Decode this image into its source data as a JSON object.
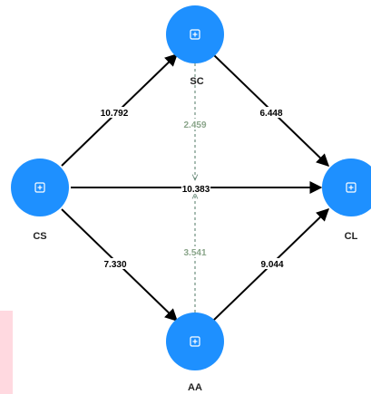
{
  "nodes": {
    "SC": {
      "label": "SC",
      "color": "#1e90ff"
    },
    "CS": {
      "label": "CS",
      "color": "#1e90ff"
    },
    "CL": {
      "label": "CL",
      "color": "#1e90ff"
    },
    "AA": {
      "label": "AA",
      "color": "#1e90ff"
    }
  },
  "edges": {
    "cs_sc": {
      "from": "CS",
      "to": "SC",
      "value": "10.792",
      "style": "solid"
    },
    "sc_cl": {
      "from": "SC",
      "to": "CL",
      "value": "6.448",
      "style": "solid"
    },
    "cs_cl": {
      "from": "CS",
      "to": "CL",
      "value": "10.383",
      "style": "solid"
    },
    "cs_aa": {
      "from": "CS",
      "to": "AA",
      "value": "7.330",
      "style": "solid"
    },
    "aa_cl": {
      "from": "AA",
      "to": "CL",
      "value": "9.044",
      "style": "solid"
    },
    "sc_mid": {
      "from": "SC",
      "to": "CS-CL",
      "value": "2.459",
      "style": "dashed"
    },
    "aa_mid": {
      "from": "AA",
      "to": "CS-CL",
      "value": "3.541",
      "style": "dashed"
    }
  },
  "icon": "expand-square-icon"
}
